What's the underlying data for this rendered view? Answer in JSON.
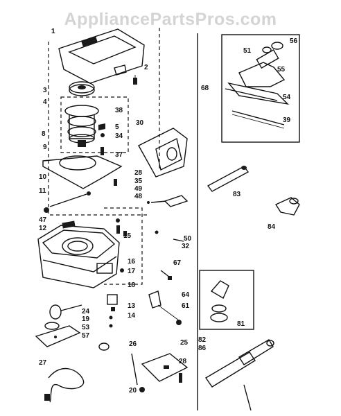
{
  "watermark": "AppliancePartsPros.com",
  "part_labels": [
    "1",
    "2",
    "3",
    "4",
    "38",
    "5",
    "34",
    "37",
    "30",
    "8",
    "9",
    "10",
    "28",
    "35",
    "49",
    "48",
    "11",
    "47",
    "12",
    "15",
    "50",
    "32",
    "16",
    "67",
    "17",
    "18",
    "64",
    "61",
    "13",
    "14",
    "24",
    "19",
    "53",
    "57",
    "26",
    "25",
    "27",
    "28",
    "20",
    "56",
    "51",
    "55",
    "68",
    "54",
    "39",
    "83",
    "84",
    "82",
    "86",
    "81"
  ]
}
